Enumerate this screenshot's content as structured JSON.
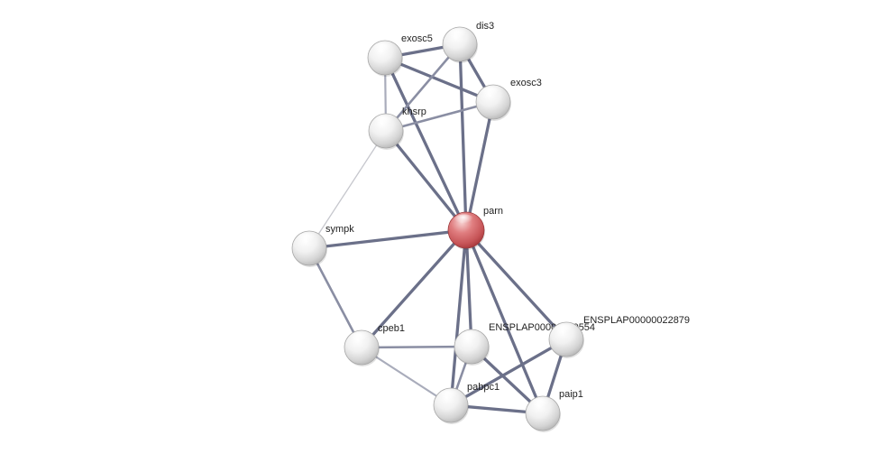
{
  "network": {
    "nodes": [
      {
        "id": "exosc5",
        "label": "exosc5"
      },
      {
        "id": "dis3",
        "label": "dis3"
      },
      {
        "id": "exosc3",
        "label": "exosc3"
      },
      {
        "id": "khsrp",
        "label": "khsrp"
      },
      {
        "id": "parn",
        "label": "parn",
        "query": true
      },
      {
        "id": "sympk",
        "label": "sympk"
      },
      {
        "id": "cpeb1",
        "label": "cpeb1"
      },
      {
        "id": "ensp554",
        "label": "ENSPLAP00000000554"
      },
      {
        "id": "ensp22879",
        "label": "ENSPLAP00000022879"
      },
      {
        "id": "pabpc1",
        "label": "pabpc1"
      },
      {
        "id": "paip1",
        "label": "paip1"
      }
    ],
    "edges": [
      {
        "source": "exosc5",
        "target": "dis3",
        "strength": "strong"
      },
      {
        "source": "exosc5",
        "target": "exosc3",
        "strength": "strong"
      },
      {
        "source": "exosc5",
        "target": "khsrp",
        "strength": "weak"
      },
      {
        "source": "exosc5",
        "target": "parn",
        "strength": "strong"
      },
      {
        "source": "dis3",
        "target": "exosc3",
        "strength": "strong"
      },
      {
        "source": "dis3",
        "target": "khsrp",
        "strength": "medium"
      },
      {
        "source": "dis3",
        "target": "parn",
        "strength": "strong"
      },
      {
        "source": "exosc3",
        "target": "khsrp",
        "strength": "medium"
      },
      {
        "source": "exosc3",
        "target": "parn",
        "strength": "strong"
      },
      {
        "source": "khsrp",
        "target": "parn",
        "strength": "strong"
      },
      {
        "source": "khsrp",
        "target": "sympk",
        "strength": "faint"
      },
      {
        "source": "sympk",
        "target": "parn",
        "strength": "strong"
      },
      {
        "source": "sympk",
        "target": "cpeb1",
        "strength": "medium"
      },
      {
        "source": "parn",
        "target": "cpeb1",
        "strength": "strong"
      },
      {
        "source": "parn",
        "target": "ensp554",
        "strength": "strong"
      },
      {
        "source": "parn",
        "target": "ensp22879",
        "strength": "strong"
      },
      {
        "source": "parn",
        "target": "pabpc1",
        "strength": "strong"
      },
      {
        "source": "parn",
        "target": "paip1",
        "strength": "strong"
      },
      {
        "source": "cpeb1",
        "target": "ensp554",
        "strength": "medium"
      },
      {
        "source": "cpeb1",
        "target": "pabpc1",
        "strength": "weak"
      },
      {
        "source": "ensp554",
        "target": "paip1",
        "strength": "strong"
      },
      {
        "source": "ensp554",
        "target": "pabpc1",
        "strength": "medium"
      },
      {
        "source": "ensp22879",
        "target": "pabpc1",
        "strength": "strong"
      },
      {
        "source": "ensp22879",
        "target": "paip1",
        "strength": "strong"
      },
      {
        "source": "pabpc1",
        "target": "paip1",
        "strength": "strong"
      }
    ],
    "colors": {
      "query_node": "#d9676b",
      "node": "#e9e9e9",
      "edge_strong": "#6b7089",
      "edge_medium": "#8a8ea3",
      "edge_weak": "#a9acbb",
      "edge_faint": "#c6c7cd"
    }
  }
}
